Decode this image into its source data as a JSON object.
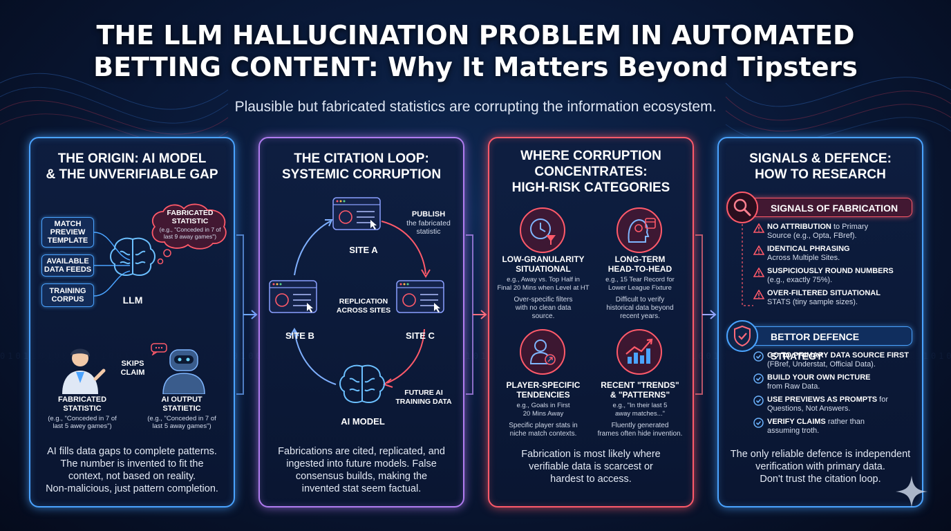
{
  "header": {
    "title_line1": "THE LLM HALLUCINATION PROBLEM IN AUTOMATED",
    "title_line2": "BETTING CONTENT: Why It Matters Beyond Tipsters",
    "subtitle": "Plausible but fabricated statistics are corrupting the information ecosystem."
  },
  "panel1": {
    "title_line1": "THE ORIGIN: AI MODEL",
    "title_line2": "& THE UNVERIFIABLE GAP",
    "inputs": [
      {
        "line1": "MATCH",
        "line2": "PREVIEW",
        "line3": "TEMPLATE"
      },
      {
        "line1": "AVAILABLE",
        "line2": "DATA FEEDS",
        "line3": ""
      },
      {
        "line1": "TRAINING",
        "line2": "CORPUS",
        "line3": ""
      }
    ],
    "llm_label": "LLM",
    "cloud_title1": "FABRICATED",
    "cloud_title2": "STATISTIC",
    "cloud_text1": "(e.g., \"Conceded in 7 of",
    "cloud_text2": "last 9 away games\")",
    "skips_line1": "SKIPS",
    "skips_line2": "CLAIM",
    "person_title1": "FABRICATED",
    "person_title2": "STATISTIC",
    "person_text1": "(e.g., \"Conceded in 7 of",
    "person_text2": "last 5 awey games\")",
    "robot_title1": "AI OUTPUT",
    "robot_title2": "STATIETIC",
    "robot_text1": "(e.g., \"Conceded in 7 of",
    "robot_text2": "last 5 away games\")",
    "foot": [
      "AI fills data gaps to complete patterns.",
      "The number is invented to fit the",
      "context, not based on reality.",
      "Non-malicious, just pattern completion."
    ]
  },
  "panel2": {
    "title_line1": "THE CITATION LOOP:",
    "title_line2": "SYSTEMIC CORRUPTION",
    "site_a": "SITE A",
    "site_b": "SITE B",
    "site_c": "SITE C",
    "ai_model": "AI MODEL",
    "publish_title": "PUBLISH",
    "publish_text1": "the fabricated",
    "publish_text2": "statistic",
    "replication1": "REPLICATION",
    "replication2": "ACROSS SITES",
    "future1": "FUTURE AI",
    "future2": "TRAINING DATA",
    "foot": [
      "Fabrications are cited, replicated, and",
      "ingested into future models. False",
      "consensus builds, making the",
      "invented stat seem factual."
    ]
  },
  "panel3": {
    "title_line1": "WHERE CORRUPTION",
    "title_line2": "CONCENTRATES:",
    "title_line3": "HIGH-RISK CATEGORIES",
    "categories": [
      {
        "t1": "LOW-GRANULARITY",
        "t2": "SITUATIONAL",
        "e1": "e.g., Away vs. Top Half in",
        "e2": "Final 20 Mins when Level at HT",
        "d1": "Over-specific filters",
        "d2": "with no clean data",
        "d3": "source."
      },
      {
        "t1": "LONG-TERM",
        "t2": "HEAD-TO-HEAD",
        "e1": "e.g., 15 Tear Record for",
        "e2": "Lower League Fixture",
        "d1": "Difficult to verify",
        "d2": "historical data beyond",
        "d3": "recent years."
      },
      {
        "t1": "PLAYER-SPECIFIC",
        "t2": "TENDENCIES",
        "e1": "e.g., Goals in First",
        "e2": "20 Mins Away",
        "d1": "Specific player stats in",
        "d2": "niche match contexts.",
        "d3": ""
      },
      {
        "t1": "RECENT \"TRENDS\"",
        "t2": "& \"PATTERNS\"",
        "e1": "e.g., \"In their last 5",
        "e2": "away matches...\"",
        "d1": "Fluently generated",
        "d2": "frames often hide invention.",
        "d3": ""
      }
    ],
    "foot": [
      "Fabrication is most likely where",
      "verifiable data is scarcest or",
      "hardest to access."
    ]
  },
  "panel4": {
    "title_line1": "SIGNALS & DEFENCE:",
    "title_line2": "HOW TO RESEARCH",
    "signals_head": "SIGNALS OF FABRICATION",
    "signals": [
      {
        "b": "NO ATTRIBUTION",
        "r1": " to Primary",
        "r2": "Source (e.g., Opta, FBref)."
      },
      {
        "b": "IDENTICAL PHRASING",
        "r1": "",
        "r2": "Across Multiple Sites."
      },
      {
        "b": "SUSPICIOUSLY ROUND NUMBERS",
        "r1": "",
        "r2": "(e.g., exactly 75%)."
      },
      {
        "b": "OVER-FILTERED SITUATIONAL",
        "r1": "",
        "r2": "STATS (tiny sample sizes)."
      }
    ],
    "defence_head": "BETTOR DEFENCE STRATEGY",
    "defence": [
      {
        "b": "GO TO PRIMARY DATA SOURCE FIRST",
        "r1": "",
        "r2": "(FBref, Understat, Official Data)."
      },
      {
        "b": "BUILD YOUR OWN PICTURE",
        "r1": "",
        "r2": "from Raw Data."
      },
      {
        "b": "USE PREVIEWS AS PROMPTS",
        "r1": " for",
        "r2": "Questions, Not Answers."
      },
      {
        "b": "VERIFY CLAIMS",
        "r1": " rather than",
        "r2": "assuming troth."
      }
    ],
    "foot": [
      "The only reliable defence is independent",
      "verification with primary data.",
      "Don't trust the citation loop."
    ]
  },
  "colors": {
    "blue": "#4aa3ff",
    "violet": "#b07cf0",
    "red": "#ff5a6a",
    "bg": "#0a1a3a"
  }
}
